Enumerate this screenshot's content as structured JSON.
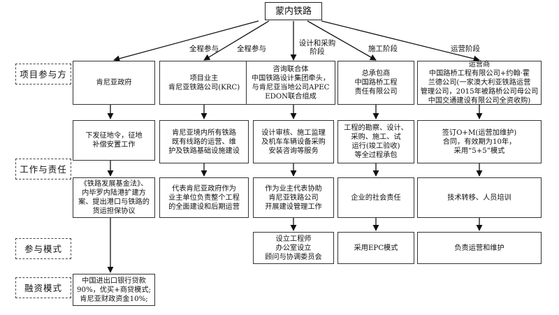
{
  "root": "蒙内铁路",
  "edge_labels": [
    "全程参与",
    "全程参与",
    "设计和采购\n阶段",
    "施工阶段",
    "运营阶段"
  ],
  "categories": [
    "项目参与方",
    "工作与责任",
    "参与模式",
    "融资模式"
  ],
  "columns": [
    {
      "participant": "肯尼亚政府",
      "tasks": [
        "下发征地令，征地\n补偿安置工作",
        "《铁路发展基金法》、\n内毕罗内陆港扩建方\n案、提出港口与铁路的\n货运担保协议"
      ],
      "financing": "中国进出口银行贷款\n90%，优买+商贷模式;\n肯尼亚财政资金10%;"
    },
    {
      "participant": "项目业主\n肯尼亚铁路公司(KRC)",
      "tasks": [
        "肯尼亚境内所有铁路\n既有线路的运营、维\n护及铁路基础设施建设",
        "代表肯尼亚政府作为\n业主单位负责整个工程\n的全面建设和后期运营"
      ]
    },
    {
      "participant": "咨询联合体\n中国铁路设计集团牵头，\n与肯尼亚当地公司APEC\nEDON联合组成",
      "tasks": [
        "设计审核、施工监理\n及机车车辆设备采购\n安装咨询等服务",
        "作为业主代表协助\n肯尼亚铁路公司\n开展建设管理工作"
      ],
      "mode": "设立工程师\n办公室设立\n顾问与协调委员会"
    },
    {
      "participant": "总承包商\n中国路桥工程\n责任有限公司",
      "tasks": [
        "工程的勘察、设计、\n采购、施工、试\n运行(竣工验收)\n等全过程承包",
        "企业的社会责任"
      ],
      "mode": "采用EPC模式"
    },
    {
      "participant": "运营商\n中国路桥工程有限公司+约翰·霍\n兰德公司(一家澳大利亚铁路运营\n管理公司，2015年被路桥公司母公司\n中国交通建设有限公司全资收购)",
      "tasks": [
        "签订O+M(运营加维护)\n合同，有效期为10年，\n采用“5+5”模式",
        "技术转移、人员培训"
      ],
      "mode": "负责运营和维护"
    }
  ]
}
